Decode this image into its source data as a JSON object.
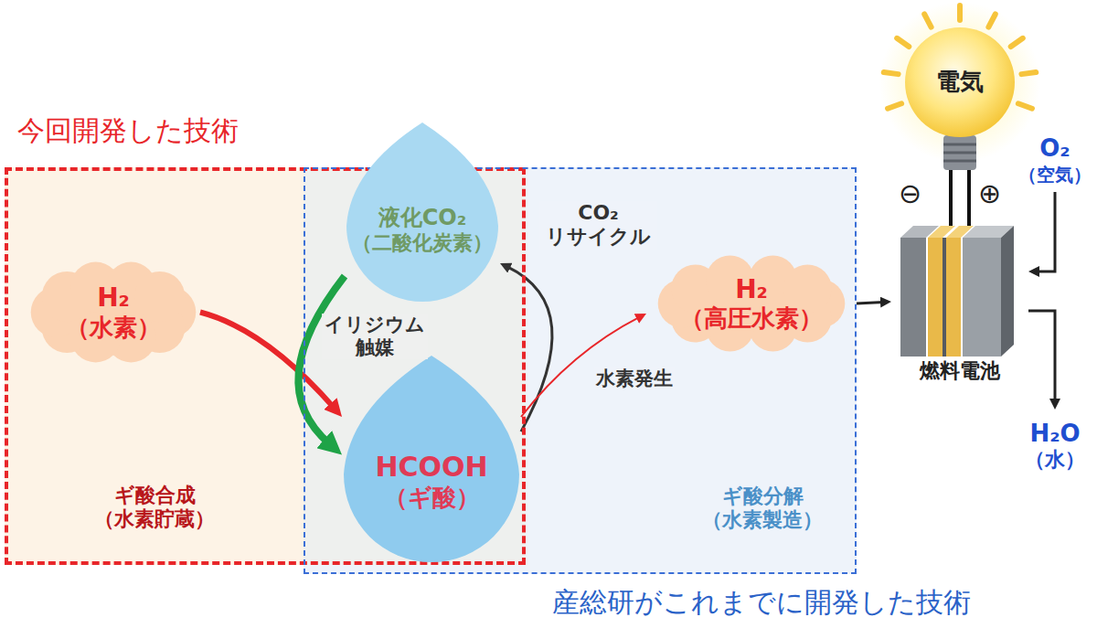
{
  "diagram": {
    "nodes": [
      {
        "text": [
          "今回開発した技術",
          "ギ酸合成 （水素貯蔵）"
        ]
      },
      {
        "text": [
          "H₂",
          "（水素）"
        ],
        "in": 0
      },
      {
        "text": [
          "ギ酸分解 （水素製造）",
          "産総研がこれまでに開発した技術"
        ]
      },
      {
        "text": [
          "液化CO₂",
          "（二酸化炭素）"
        ],
        "in": 2
      },
      {
        "text": [
          "HCOOH",
          "（ギ酸）"
        ],
        "in": 2
      },
      {
        "text": [
          "H₂",
          "（高圧水素）"
        ],
        "in": 2
      },
      {
        "text": [
          "電気"
        ]
      },
      {
        "text": [
          "O₂",
          "（空気）"
        ]
      },
      {
        "text": [
          "燃料電池"
        ]
      },
      {
        "text": [
          "H₂O",
          "（水）"
        ]
      }
    ],
    "edges": [
      {
        "from": 1,
        "to": 4,
        "arrow": "to"
      },
      {
        "from": 3,
        "to": 4,
        "arrow": "to",
        "label": "イリジウム触媒"
      },
      {
        "from": 4,
        "to": 3,
        "arrow": "to",
        "label": "CO₂ リサイクル"
      },
      {
        "from": 4,
        "to": 5,
        "arrow": "to",
        "label": "水素発生"
      },
      {
        "from": 5,
        "to": 8,
        "arrow": "to"
      },
      {
        "from": 7,
        "to": 8,
        "arrow": "to"
      },
      {
        "from": 8,
        "to": 9,
        "arrow": "to"
      },
      {
        "from": 8,
        "to": 6,
        "arrow": "none"
      }
    ],
    "labels": [
      "⊖",
      "⊕"
    ]
  }
}
